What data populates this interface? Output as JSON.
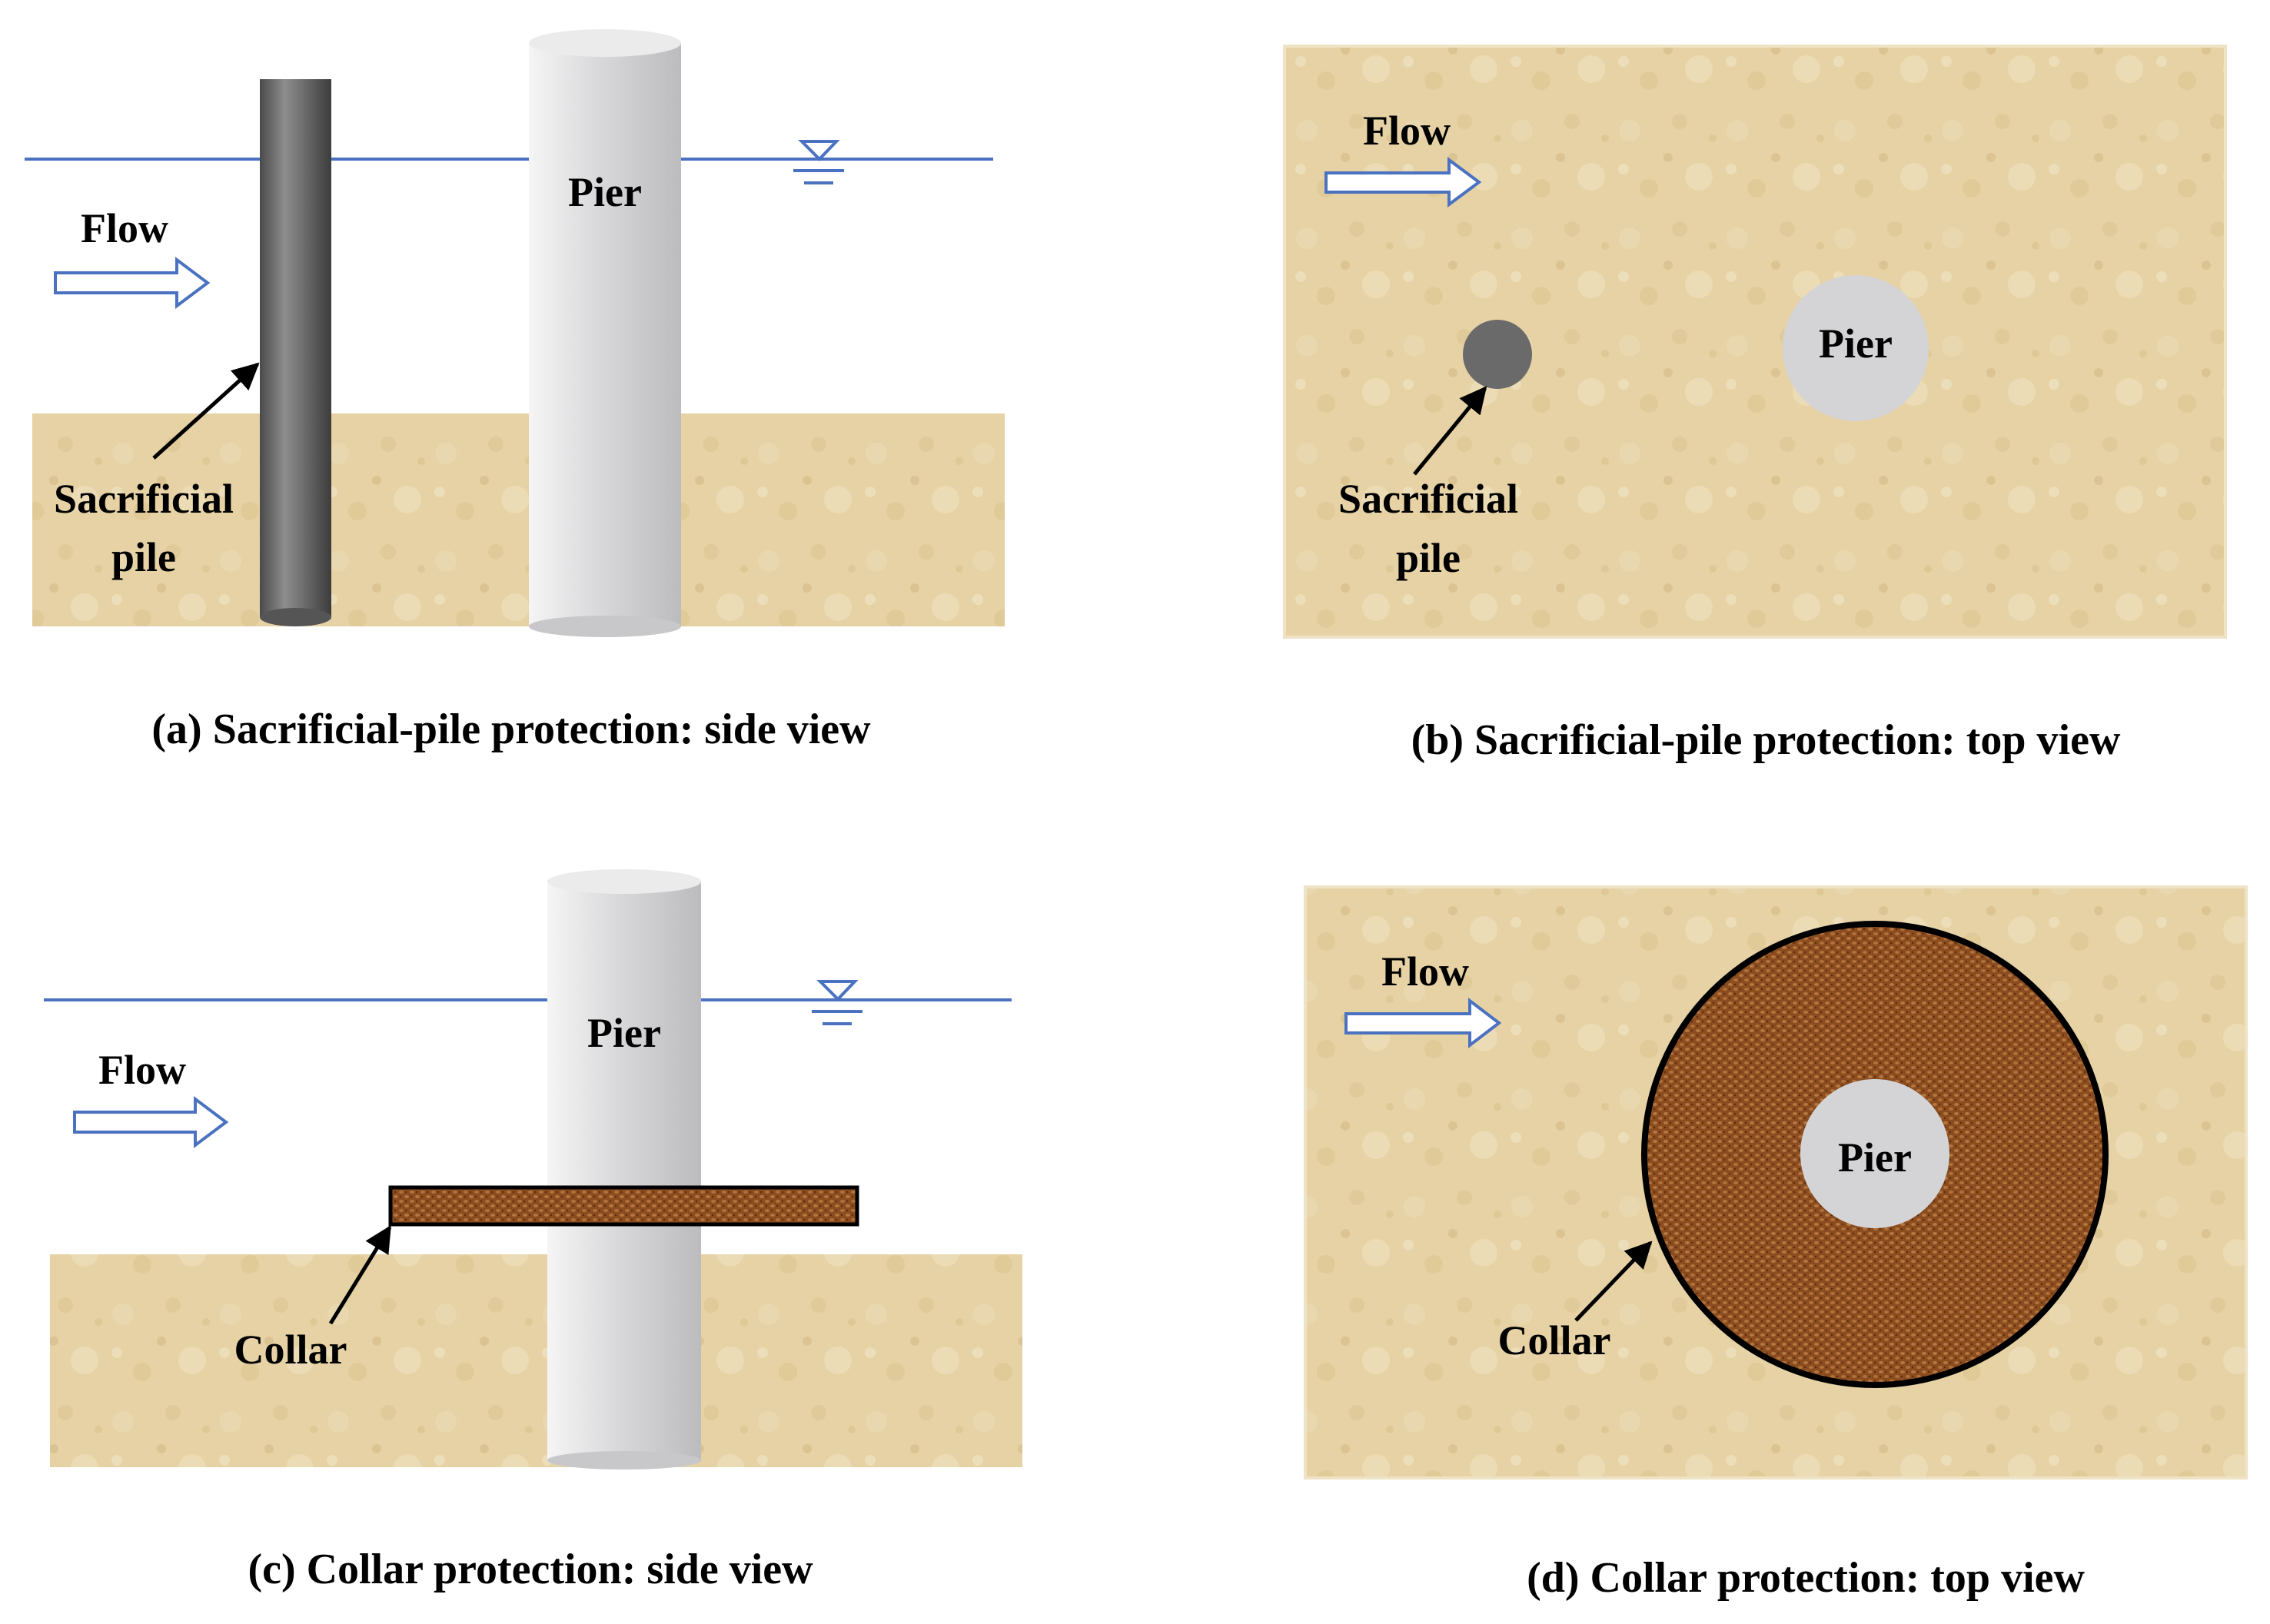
{
  "colors": {
    "water_line": "#4a72c0",
    "sand": "#e7d3a6",
    "pier": "#d4d4d6",
    "sacrificial_pile": "#6a6a6a",
    "collar": "#8a4a1c",
    "text": "#000000"
  },
  "panels": {
    "a": {
      "flow_label": "Flow",
      "pier_label": "Pier",
      "pile_label_line1": "Sacrificial",
      "pile_label_line2": "pile",
      "caption": "(a) Sacrificial-pile protection: side view"
    },
    "b": {
      "flow_label": "Flow",
      "pier_label": "Pier",
      "pile_label_line1": "Sacrificial",
      "pile_label_line2": "pile",
      "caption": "(b) Sacrificial-pile protection: top view"
    },
    "c": {
      "flow_label": "Flow",
      "pier_label": "Pier",
      "collar_label": "Collar",
      "caption": "(c) Collar protection: side view"
    },
    "d": {
      "flow_label": "Flow",
      "pier_label": "Pier",
      "collar_label": "Collar",
      "caption": "(d) Collar protection: top view"
    }
  }
}
